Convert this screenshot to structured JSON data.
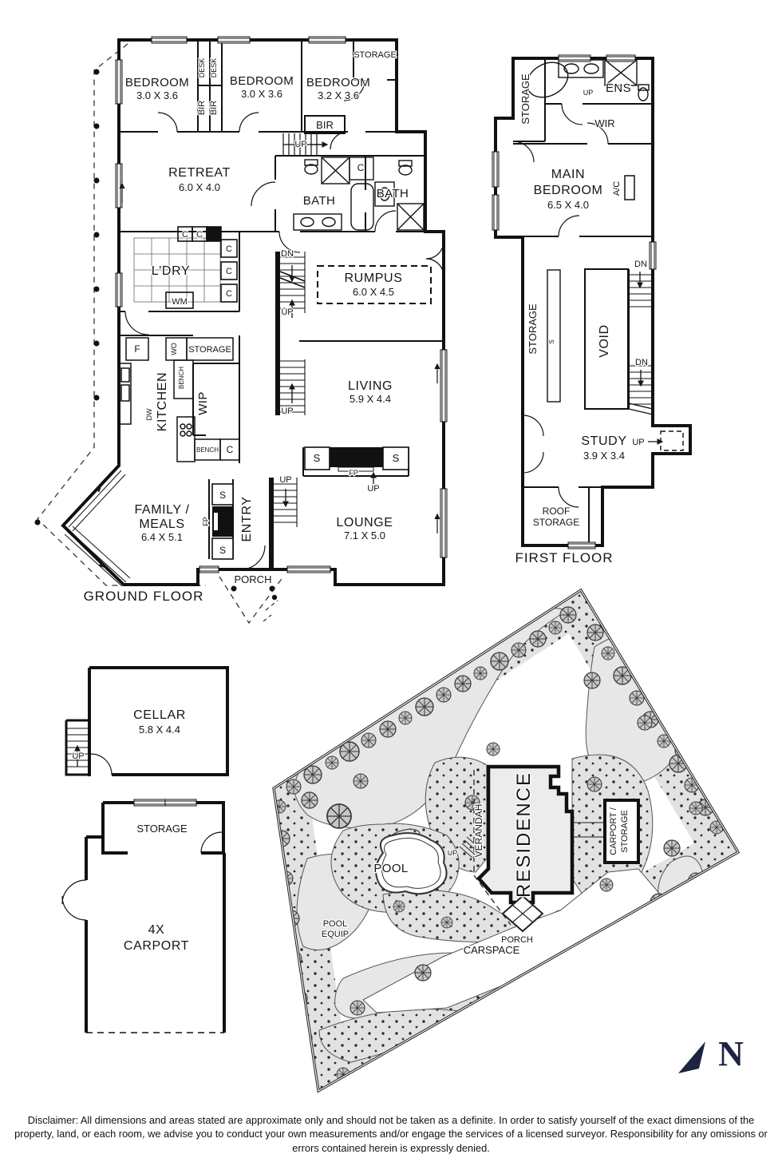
{
  "abbr": {
    "up": "UP",
    "dn": "DN",
    "c": "C",
    "s": "S",
    "fp": "FP",
    "bir": "BIR",
    "desk": "DESK",
    "bench": "BENCH",
    "wm": "WM",
    "wo": "WO",
    "dw": "DW",
    "f": "F",
    "ac": "A/C",
    "ens": "ENS",
    "wir": "WIR",
    "void": "VOID"
  },
  "ground": {
    "title": "GROUND FLOOR",
    "bedroom": "BEDROOM",
    "bedroom1_dims": "3.0 X 3.6",
    "bedroom2_dims": "3.0 X 3.6",
    "bedroom3_dims": "3.2 X 3.6",
    "storage": "STORAGE",
    "retreat": "RETREAT",
    "retreat_dims": "6.0 X 4.0",
    "bath": "BATH",
    "laundry": "L'DRY",
    "rumpus": "RUMPUS",
    "rumpus_dims": "6.0 X 4.5",
    "living": "LIVING",
    "living_dims": "5.9 X 4.4",
    "kitchen": "KITCHEN",
    "wip": "WIP",
    "family_line1": "FAMILY /",
    "family_line2": "MEALS",
    "family_dims": "6.4 X 5.1",
    "entry": "ENTRY",
    "lounge": "LOUNGE",
    "lounge_dims": "7.1 X 5.0",
    "porch": "PORCH"
  },
  "first": {
    "title": "FIRST FLOOR",
    "storage": "STORAGE",
    "ens": "ENS",
    "wir": "WIR",
    "main_line1": "MAIN",
    "main_line2": "BEDROOM",
    "main_dims": "6.5 X 4.0",
    "void": "VOID",
    "study": "STUDY",
    "study_dims": "3.9 X 3.4",
    "roof_line1": "ROOF",
    "roof_line2": "STORAGE"
  },
  "cellar": {
    "name": "CELLAR",
    "dims": "5.8 X 4.4"
  },
  "carport": {
    "storage": "STORAGE",
    "line1": "4X",
    "line2": "CARPORT"
  },
  "site": {
    "residence": "RESIDENCE",
    "verandah": "VERANDAH",
    "pool": "POOL",
    "pool_equip_line1": "POOL",
    "pool_equip_line2": "EQUIP",
    "porch": "PORCH",
    "carspace": "CARSPACE",
    "carport_line1": "CARPORT /",
    "carport_line2": "STORAGE"
  },
  "compass": {
    "north": "N"
  },
  "colors": {
    "ink": "#161616",
    "lawn": "#e7e7e7",
    "garden": "#e0e0e0",
    "residence_fill": "#ececec",
    "navy": "#1d2442"
  },
  "disclaimer": "Disclaimer: All dimensions and areas stated are approximate only and should not be taken as a definite. In order to satisfy yourself of the exact dimensions of the property, land, or each room, we advise you to conduct your own measurements and/or engage the services of a licensed surveyor. Responsibility for any omissions or errors contained herein is expressly denied."
}
